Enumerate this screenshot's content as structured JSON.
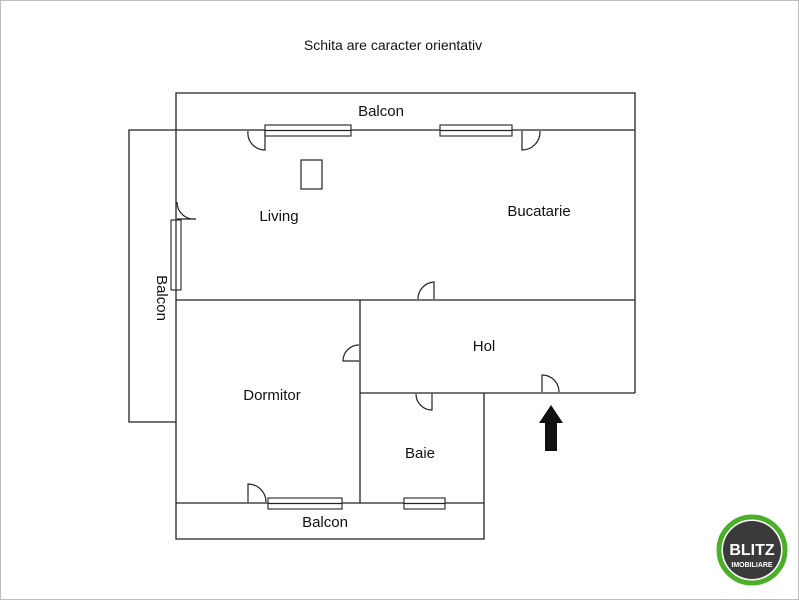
{
  "header": {
    "note": "Schita are caracter orientativ"
  },
  "rooms": {
    "balcon_top": "Balcon",
    "balcon_left": "Balcon",
    "balcon_bottom": "Balcon",
    "living": "Living",
    "bucatarie": "Bucatarie",
    "hol": "Hol",
    "dormitor": "Dormitor",
    "baie": "Baie"
  },
  "logo": {
    "name": "BLITZ",
    "sub": "IMOBILIARE",
    "ring_color": "#4caf2a",
    "inner_color": "#3a3a3a"
  },
  "entrance_icon": "arrow-up-icon"
}
